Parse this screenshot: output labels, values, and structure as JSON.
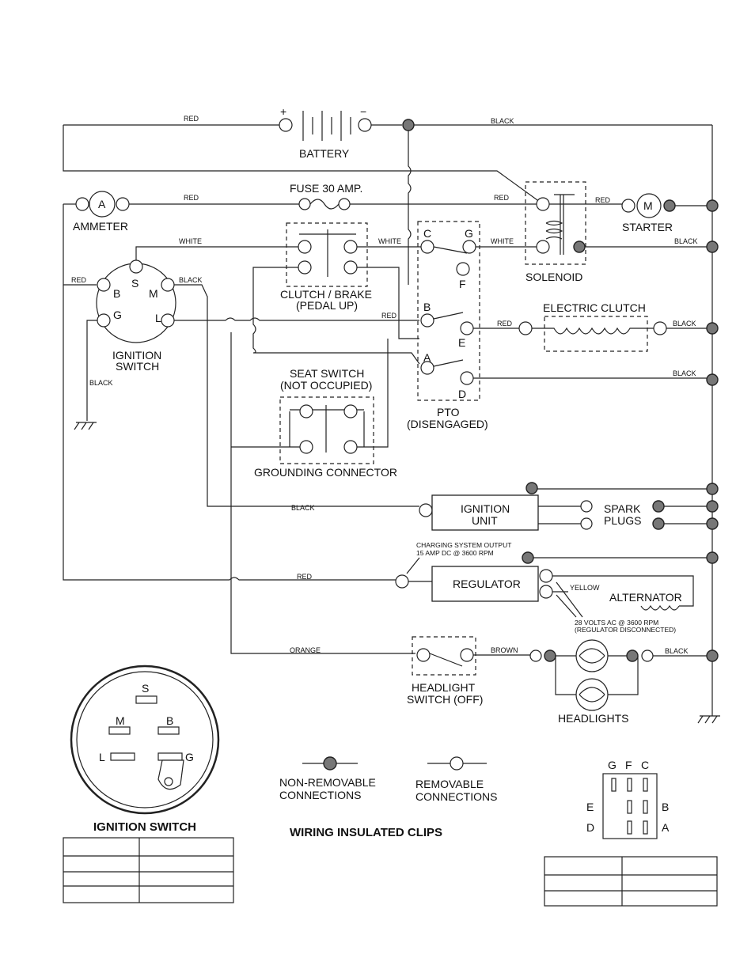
{
  "labels": {
    "battery": "BATTERY",
    "battery_plus": "+",
    "battery_minus": "−",
    "fuse": "FUSE 30 AMP.",
    "ammeter": "AMMETER",
    "ammeter_symbol": "A",
    "starter": "STARTER",
    "starter_symbol": "M",
    "solenoid": "SOLENOID",
    "clutch_brake": "CLUTCH / BRAKE",
    "clutch_brake_state": "(PEDAL UP)",
    "ignition_switch_line1": "IGNITION",
    "ignition_switch_line2": "SWITCH",
    "seat_switch": "SEAT SWITCH",
    "seat_switch_state": "(NOT OCCUPIED)",
    "grounding_connector": "GROUNDING CONNECTOR",
    "pto": "PTO",
    "pto_state": "(DISENGAGED)",
    "electric_clutch": "ELECTRIC CLUTCH",
    "ignition_unit_line1": "IGNITION",
    "ignition_unit_line2": "UNIT",
    "spark_plugs_line1": "SPARK",
    "spark_plugs_line2": "PLUGS",
    "charging_output_line1": "CHARGING SYSTEM OUTPUT",
    "charging_output_line2": "15 AMP DC @ 3600 RPM",
    "regulator": "REGULATOR",
    "alternator": "ALTERNATOR",
    "alternator_note_line1": "28 VOLTS AC @ 3600 RPM",
    "alternator_note_line2": "(REGULATOR DISCONNECTED)",
    "headlight_switch_line1": "HEADLIGHT",
    "headlight_switch_line2": "SWITCH (OFF)",
    "headlights": "HEADLIGHTS",
    "non_removable_line1": "NON-REMOVABLE",
    "non_removable_line2": "CONNECTIONS",
    "removable_line1": "REMOVABLE",
    "removable_line2": "CONNECTIONS",
    "ignition_switch_title": "IGNITION SWITCH",
    "wiring_clips_title": "WIRING INSULATED CLIPS"
  },
  "terminals": {
    "S": "S",
    "B": "B",
    "M": "M",
    "L": "L",
    "G": "G",
    "C": "C",
    "F": "F",
    "E": "E",
    "D": "D",
    "A": "A"
  },
  "wires": {
    "red": "RED",
    "black": "BLACK",
    "white": "WHITE",
    "orange": "ORANGE",
    "brown": "BROWN",
    "yellow": "YELLOW"
  },
  "colors": {
    "line": "#222222",
    "non_removable_fill": "#777777"
  }
}
